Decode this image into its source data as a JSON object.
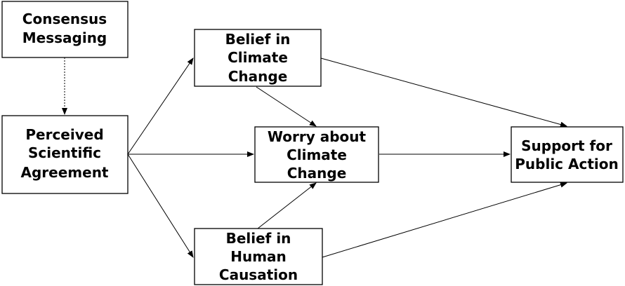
{
  "diagram": {
    "nodes": [
      {
        "id": "consensus",
        "lines": [
          "Consensus",
          "Messaging"
        ]
      },
      {
        "id": "perceived",
        "lines": [
          "Perceived",
          "Scientific",
          "Agreement"
        ]
      },
      {
        "id": "belief_change",
        "lines": [
          "Belief in",
          "Climate",
          "Change"
        ]
      },
      {
        "id": "worry",
        "lines": [
          "Worry about",
          "Climate",
          "Change"
        ]
      },
      {
        "id": "belief_human",
        "lines": [
          "Belief in",
          "Human",
          "Causation"
        ]
      },
      {
        "id": "support",
        "lines": [
          "Support for",
          "Public Action"
        ]
      }
    ],
    "edges": [
      {
        "from": "consensus",
        "to": "perceived",
        "style": "dotted"
      },
      {
        "from": "perceived",
        "to": "belief_change",
        "style": "solid"
      },
      {
        "from": "perceived",
        "to": "worry",
        "style": "solid"
      },
      {
        "from": "perceived",
        "to": "belief_human",
        "style": "solid"
      },
      {
        "from": "belief_change",
        "to": "worry",
        "style": "solid"
      },
      {
        "from": "belief_human",
        "to": "worry",
        "style": "solid"
      },
      {
        "from": "belief_change",
        "to": "support",
        "style": "solid"
      },
      {
        "from": "worry",
        "to": "support",
        "style": "solid"
      },
      {
        "from": "belief_human",
        "to": "support",
        "style": "solid"
      }
    ]
  }
}
